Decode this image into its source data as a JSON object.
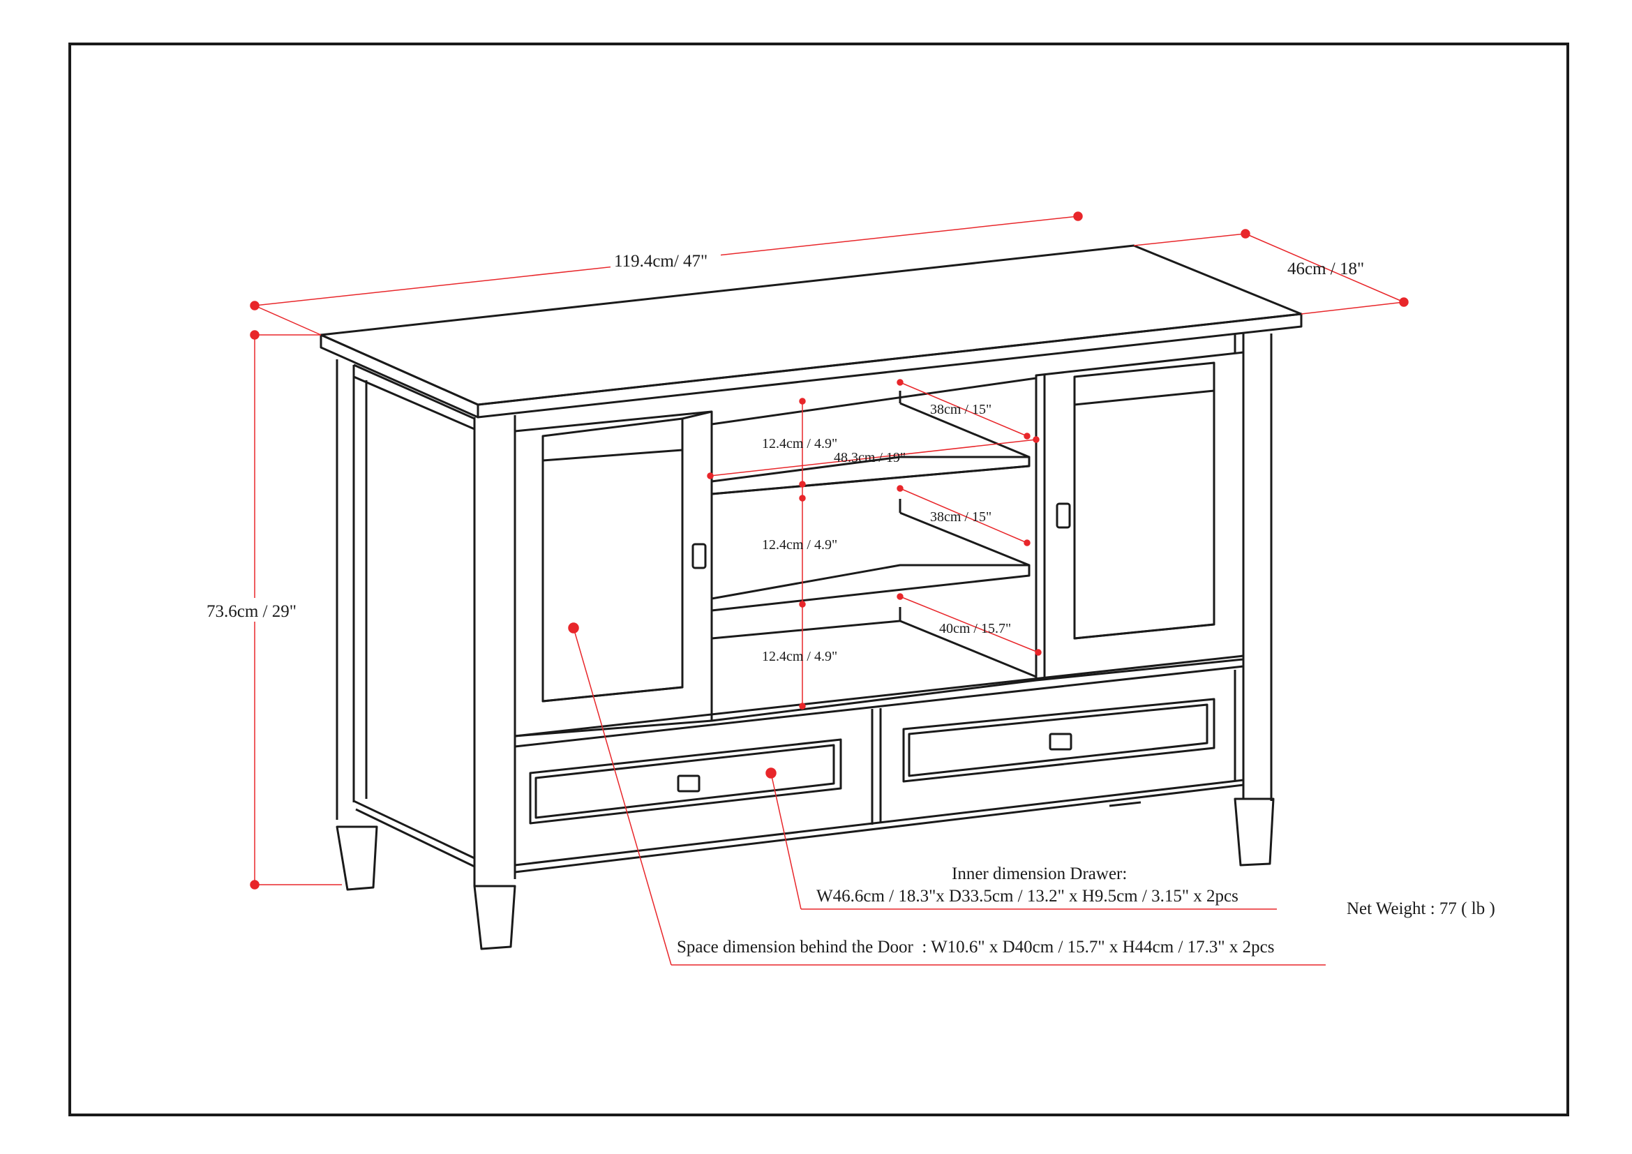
{
  "dimensions": {
    "width": "119.4cm/ 47\"",
    "depth": "46cm / 18\"",
    "height": "73.6cm / 29\"",
    "shelf_gap_top": "12.4cm / 4.9\"",
    "shelf_gap_middle": "12.4cm / 4.9\"",
    "shelf_gap_bottom": "12.4cm / 4.9\"",
    "shelf_width": "48.3cm / 19\"",
    "shelf_depth_top": "38cm / 15\"",
    "shelf_depth_middle": "38cm / 15\"",
    "shelf_depth_bottom": "40cm / 15.7\""
  },
  "notes": {
    "drawer_title": "Inner dimension Drawer:",
    "drawer_detail": "W46.6cm / 18.3\"x D33.5cm / 13.2\" x H9.5cm / 3.15\" x 2pcs",
    "door_space": "Space dimension behind the Door  : W10.6\" x D40cm / 15.7\" x H44cm / 17.3\" x 2pcs",
    "net_weight": "Net Weight : 77 ( lb )"
  },
  "colors": {
    "outline": "#1a1a1a",
    "dimension": "#e8262a",
    "background": "#ffffff"
  }
}
